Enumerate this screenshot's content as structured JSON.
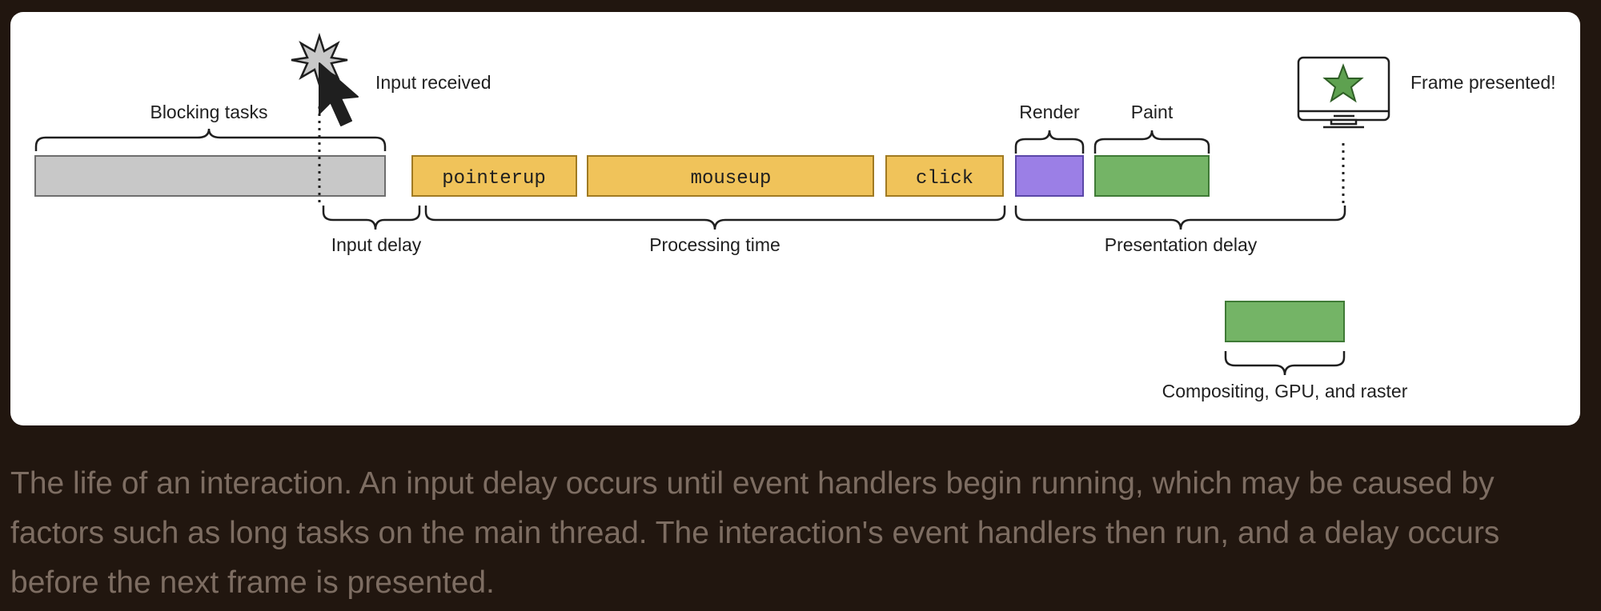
{
  "diagram": {
    "blocking_tasks_label": "Blocking tasks",
    "input_received_label": "Input received",
    "input_delay_label": "Input delay",
    "processing_time_label": "Processing time",
    "presentation_delay_label": "Presentation delay",
    "render_label": "Render",
    "paint_label": "Paint",
    "frame_presented_label": "Frame presented!",
    "compositing_label": "Compositing, GPU, and raster",
    "events": [
      "pointerup",
      "mouseup",
      "click"
    ],
    "colors": {
      "blocking": "#c8c8c8",
      "event": "#f0c35a",
      "render": "#9b7fe6",
      "paint": "#74b466",
      "star": "#5ea150"
    }
  },
  "caption": "The life of an interaction. An input delay occurs until event handlers begin running, which may be caused by factors such as long tasks on the main thread. The interaction's event handlers then run, and a delay occurs before the next frame is presented."
}
